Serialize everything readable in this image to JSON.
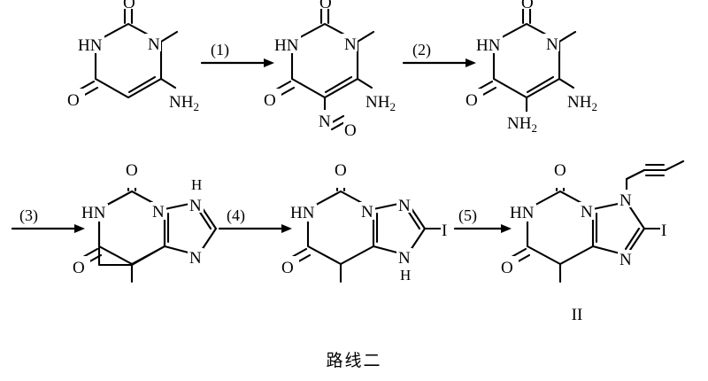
{
  "figure": {
    "caption": "路线二",
    "final_product_label": "II",
    "type": "chemical-reaction-scheme",
    "row_count": 2,
    "arrow_labels": [
      "(1)",
      "(2)",
      "(3)",
      "(4)",
      "(5)"
    ],
    "structures": [
      {
        "id": "s1",
        "name": "6-amino-1-methyluracil",
        "atom_labels": [
          "O",
          "HN",
          "N",
          "O",
          "NH2"
        ]
      },
      {
        "id": "s2",
        "name": "6-amino-1-methyl-5-nitrosouracil",
        "atom_labels": [
          "O",
          "HN",
          "N",
          "O",
          "NH2",
          "N",
          "O"
        ]
      },
      {
        "id": "s3",
        "name": "5,6-diamino-1-methyluracil",
        "atom_labels": [
          "O",
          "HN",
          "N",
          "O",
          "NH2",
          "NH2"
        ]
      },
      {
        "id": "s4",
        "name": "3-methylxanthine",
        "atom_labels": [
          "O",
          "HN",
          "N",
          "O",
          "N",
          "H",
          "N"
        ]
      },
      {
        "id": "s5",
        "name": "8-iodo-3-methylxanthine",
        "atom_labels": [
          "O",
          "HN",
          "N",
          "O",
          "N",
          "I",
          "N",
          "H"
        ]
      },
      {
        "id": "s6",
        "name": "7-(2-butynyl)-8-iodo-3-methylxanthine",
        "atom_labels": [
          "O",
          "HN",
          "N",
          "O",
          "N",
          "I",
          "N"
        ]
      }
    ]
  },
  "style": {
    "line_color": "#000000",
    "background": "#ffffff"
  }
}
